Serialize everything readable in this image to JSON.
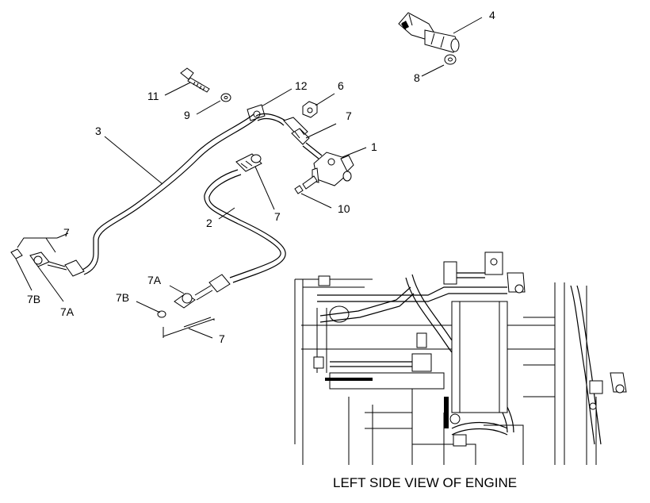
{
  "callouts": {
    "c1": "1",
    "c2": "2",
    "c3": "3",
    "c4": "4",
    "c6": "6",
    "c7a": "7",
    "c7b": "7",
    "c7c": "7",
    "c7d": "7",
    "c7A_left": "7A",
    "c7A_mid": "7A",
    "c7B_left": "7B",
    "c7B_mid": "7B",
    "c8": "8",
    "c9": "9",
    "c10": "10",
    "c11": "11",
    "c12": "12"
  },
  "caption": "LEFT SIDE VIEW OF ENGINE"
}
